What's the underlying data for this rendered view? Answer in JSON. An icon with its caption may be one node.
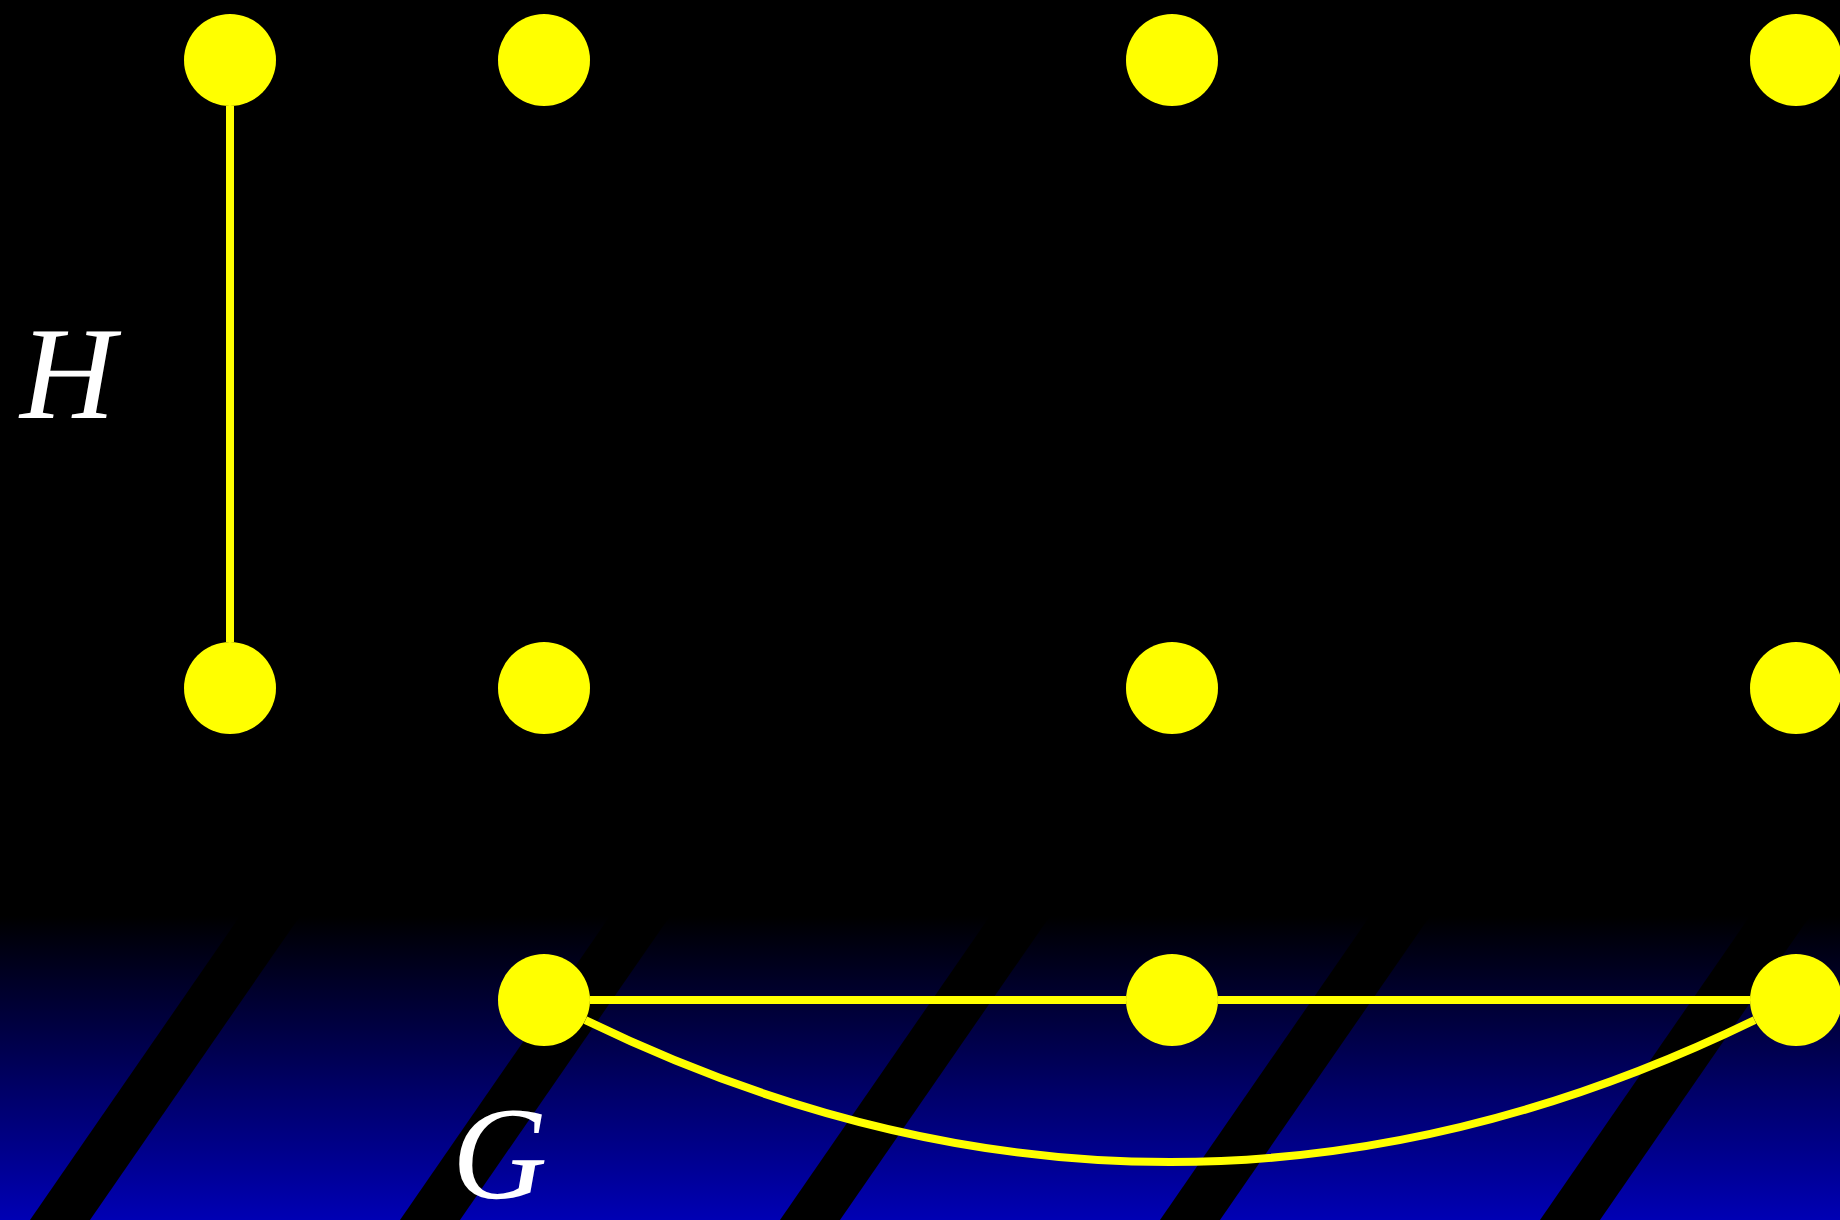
{
  "diagram": {
    "nodes": [
      {
        "text": [],
        "shape": "circle"
      },
      {
        "text": [],
        "shape": "circle"
      },
      {
        "text": [],
        "shape": "circle"
      },
      {
        "text": [],
        "shape": "circle"
      },
      {
        "text": [],
        "shape": "circle"
      },
      {
        "text": [],
        "shape": "circle"
      },
      {
        "text": [],
        "shape": "circle"
      },
      {
        "text": [],
        "shape": "circle"
      },
      {
        "text": [],
        "shape": "circle"
      },
      {
        "text": [],
        "shape": "circle"
      },
      {
        "text": [],
        "shape": "circle"
      }
    ],
    "edges": [
      {
        "from": 0,
        "to": 4,
        "arrow": "none"
      },
      {
        "from": 8,
        "to": 9,
        "arrow": "none"
      },
      {
        "from": 9,
        "to": 10,
        "arrow": "none"
      },
      {
        "from": 8,
        "to": 10,
        "arrow": "none"
      }
    ],
    "labels": [
      "H",
      "G"
    ]
  }
}
